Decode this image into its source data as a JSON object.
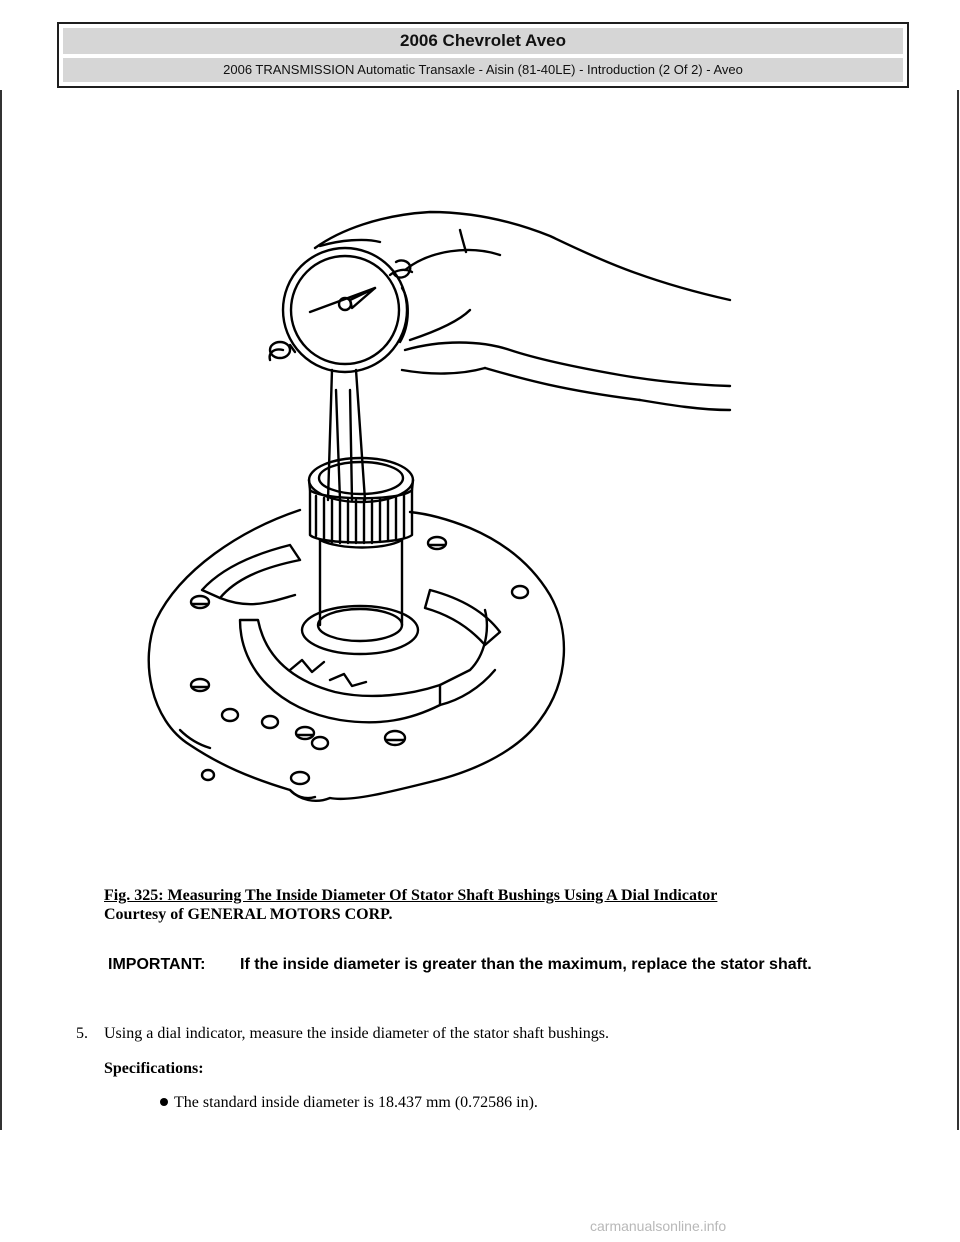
{
  "header": {
    "title": "2006 Chevrolet Aveo",
    "subtitle": "2006 TRANSMISSION Automatic Transaxle - Aisin (81-40LE) - Introduction (2 Of 2) - Aveo"
  },
  "figure": {
    "caption": "Fig. 325: Measuring The Inside Diameter Of Stator Shaft Bushings Using A Dial Indicator",
    "courtesy": "Courtesy of GENERAL MOTORS CORP."
  },
  "important": {
    "label": "IMPORTANT:",
    "text": "If the inside diameter is greater than the maximum, replace the stator shaft."
  },
  "step": {
    "number": "5.",
    "text": "Using a dial indicator, measure the inside diameter of the stator shaft bushings."
  },
  "specifications": {
    "label": "Specifications:",
    "items": [
      "The standard inside diameter is 18.437 mm (0.72586 in)."
    ]
  },
  "watermark": "carmanualsonline.info"
}
